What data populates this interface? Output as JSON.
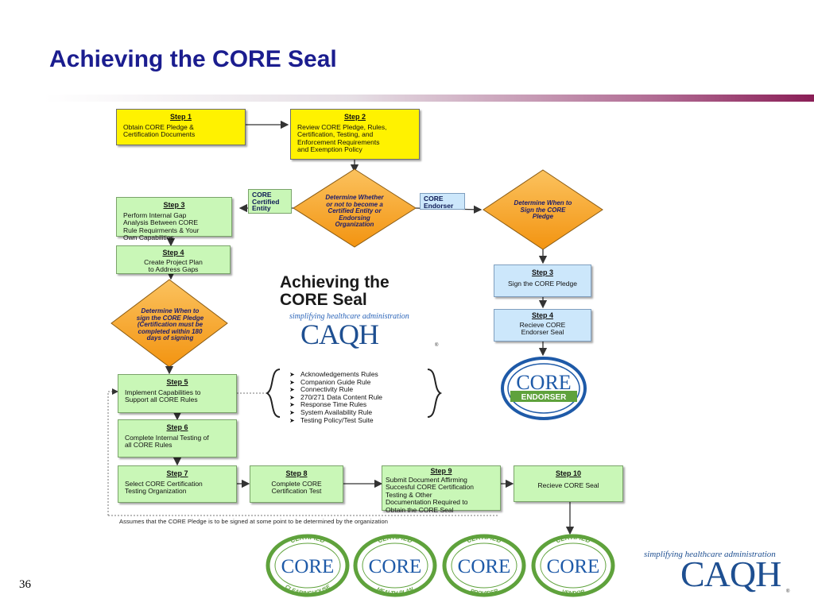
{
  "slide": {
    "title": "Achieving the CORE Seal",
    "page_number": "36"
  },
  "flow": {
    "step1": {
      "step": "Step 1",
      "text": "Obtain CORE Pledge &\nCertification Documents"
    },
    "step2": {
      "step": "Step 2",
      "text": "Review CORE Pledge, Rules,\nCertification, Testing, and\nEnforcement Requirements\nand Exemption Policy"
    },
    "decision_entity": "Determine Whether\nor not to become a\nCertified Entity or\nEndorsing\nOrganization",
    "tag_certified": "CORE\nCertified\nEntity",
    "tag_endorser": "CORE\nEndorser",
    "decision_pledge_endorser": "Determine When to\nSign the CORE\nPledge",
    "step3_left": {
      "step": "Step 3",
      "text": "Perform Internal Gap\nAnalysis Between CORE\nRule Requirments & Your\nOwn Capabilities"
    },
    "step4_left": {
      "step": "Step 4",
      "text": "Create Project Plan\nto Address Gaps"
    },
    "decision_pledge_certified": "Determine When to\nsign the CORE Pledge\n(Certification must be\ncompleted within 180\ndays of signing",
    "step3_right": {
      "step": "Step 3",
      "text": "Sign the CORE Pledge"
    },
    "step4_right": {
      "step": "Step 4",
      "text": "Recieve CORE\nEndorser Seal"
    },
    "step5": {
      "step": "Step 5",
      "text": "Implement Capabilities to\nSupport all CORE Rules"
    },
    "step6": {
      "step": "Step 6",
      "text": "Complete Internal Testing of\nall CORE Rules"
    },
    "step7": {
      "step": "Step 7",
      "text": "Select CORE Certification\nTesting Organization"
    },
    "step8": {
      "step": "Step 8",
      "text": "Complete CORE\nCertification Test"
    },
    "step9": {
      "step": "Step 9",
      "text": "Submit Document Affirming\nSuccesful CORE Certification\nTesting & Other\nDocumentation Required to\nObtain the CORE Seal"
    },
    "step10": {
      "step": "Step 10",
      "text": "Recieve CORE Seal"
    },
    "rules": [
      "Acknowledgements Rules",
      "Companion Guide Rule",
      "Connectivity Rule",
      "270/271 Data Content Rule",
      "Response Time Rules",
      "System Availability Rule",
      "Testing Policy/Test Suite"
    ],
    "footnote": "Assumes that the CORE Pledge is to be signed at some point to be determined by the organization"
  },
  "center_logo": {
    "title": "Achieving the\nCORE Seal",
    "tagline": "simplifying healthcare administration",
    "brand": "CAQH"
  },
  "seals": {
    "endorser": {
      "core": "CORE",
      "label": "ENDORSER"
    },
    "certified": [
      {
        "top": "CERTIFIED",
        "core": "CORE",
        "bottom": "CLEARINGHOUSE"
      },
      {
        "top": "CERTIFIED",
        "core": "CORE",
        "bottom": "HEALTH PLAN"
      },
      {
        "top": "CERTIFIED",
        "core": "CORE",
        "bottom": "PROVIDER"
      },
      {
        "top": "CERTIFIED",
        "core": "CORE",
        "bottom": "VENDOR"
      }
    ]
  },
  "brand_footer": {
    "tagline": "simplifying healthcare administration",
    "brand": "CAQH",
    "reg": "®"
  },
  "colors": {
    "title": "#1b1d8f",
    "yellow_box": "#fff200",
    "green_box": "#c9f7b7",
    "blue_box": "#cce7fb",
    "diamond": "#f7a01c",
    "seal_blue": "#1e5aa8",
    "seal_green": "#5fa23c",
    "brand_blue": "#1e4f91"
  }
}
